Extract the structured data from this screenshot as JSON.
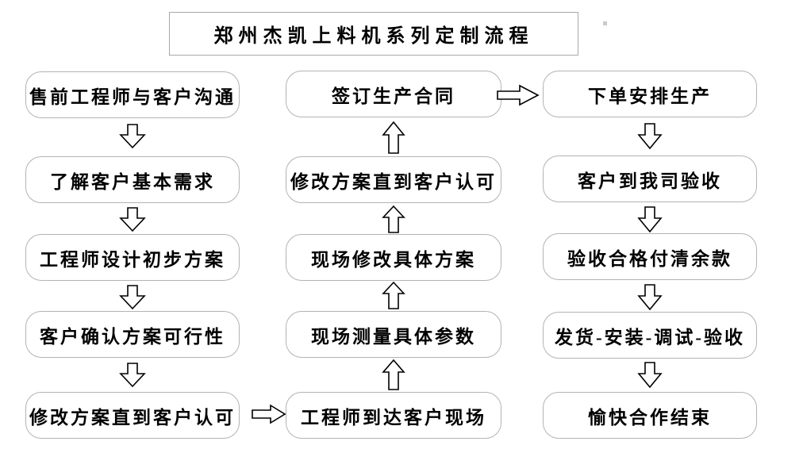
{
  "title": "郑州杰凯上料机系列定制流程",
  "flow": {
    "left": [
      "售前工程师与客户沟通",
      "了解客户基本需求",
      "工程师设计初步方案",
      "客户确认方案可行性",
      "修改方案直到客户认可"
    ],
    "middle": [
      "签订生产合同",
      "修改方案直到客户认可",
      "现场修改具体方案",
      "现场测量具体参数",
      "工程师到达客户现场"
    ],
    "right": [
      "下单安排生产",
      "客户到我司验收",
      "验收合格付清余款",
      "发货-安装-调试-验收",
      "愉快合作结束"
    ]
  },
  "icons": {
    "down_arrow": "⇩ hollow block arrow",
    "up_arrow": "⇧ hollow block arrow",
    "right_arrow": "⇨ hollow block arrow"
  },
  "colors": {
    "background": "#ffffff",
    "box_border": "#b3b3b3",
    "title_border": "#a8a8a8",
    "text": "#000000",
    "arrow_outline": "#000000",
    "arrow_fill": "#ffffff"
  }
}
